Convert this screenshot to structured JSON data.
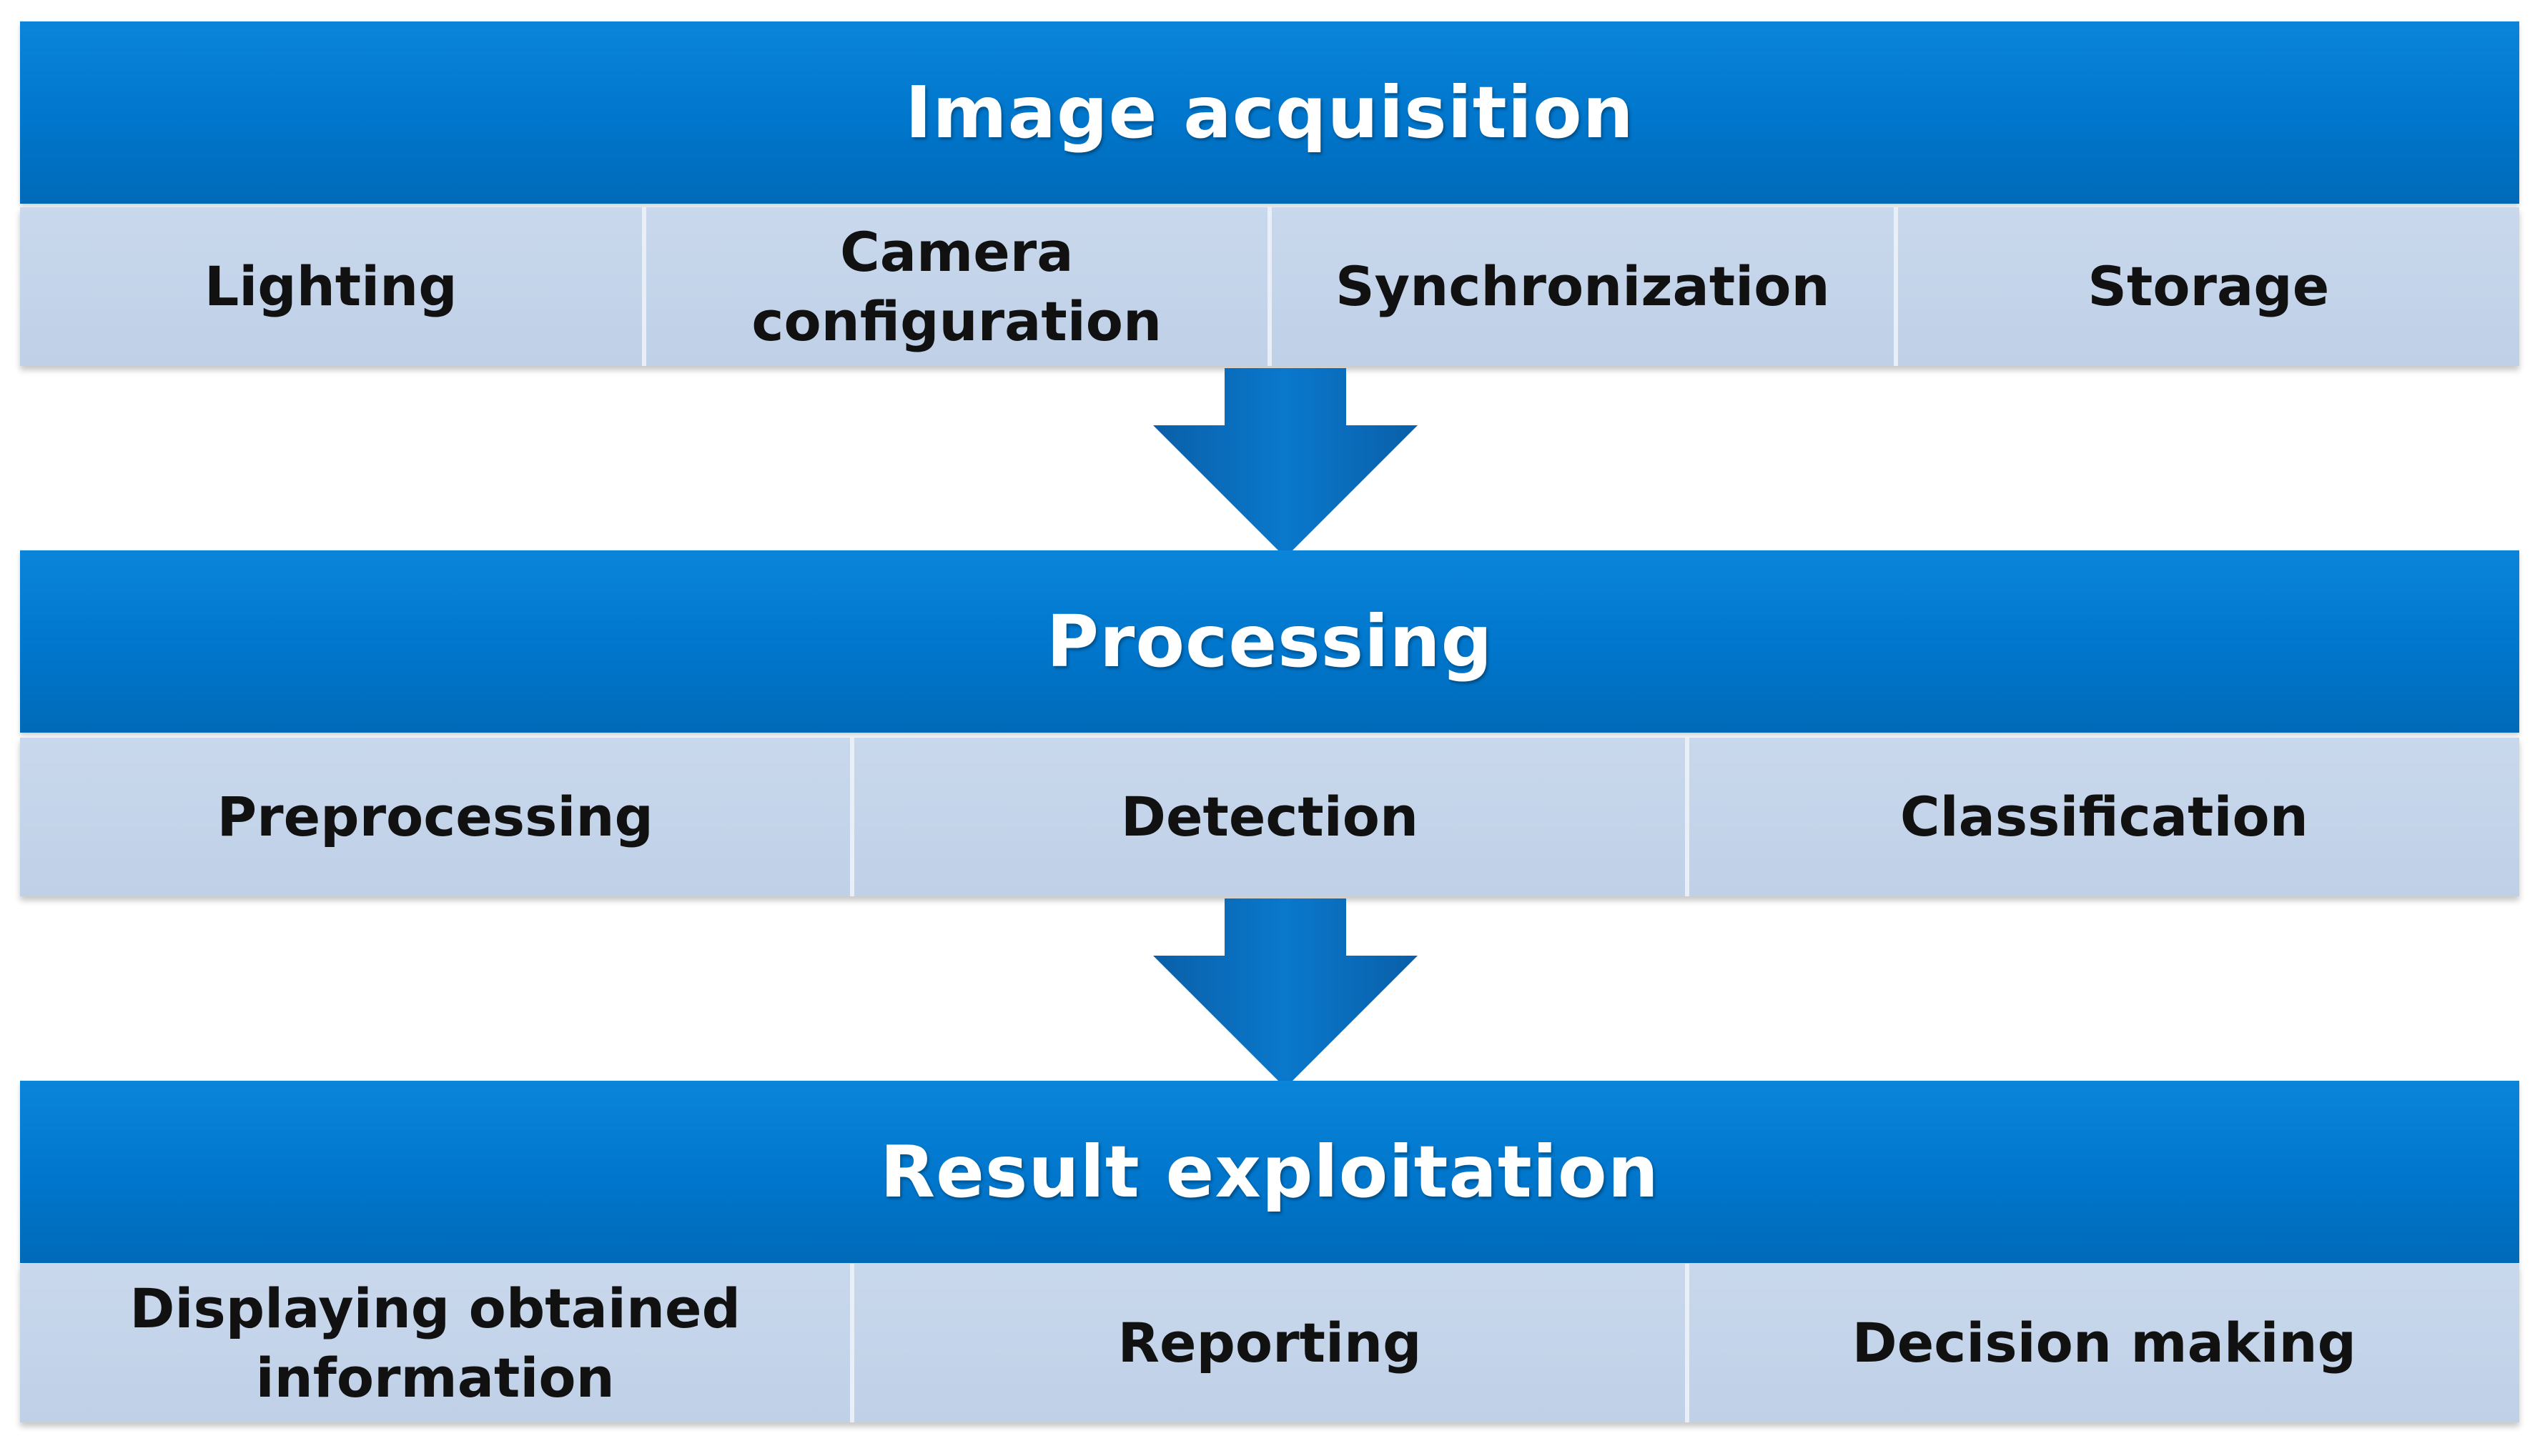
{
  "stages": [
    {
      "title": "Image acquisition",
      "steps": [
        "Lighting",
        "Camera\nconfiguration",
        "Synchronization",
        "Storage"
      ]
    },
    {
      "title": "Processing",
      "steps": [
        "Preprocessing",
        "Detection",
        "Classification"
      ]
    },
    {
      "title": "Result exploitation",
      "steps": [
        "Displaying obtained\ninformation",
        "Reporting",
        "Decision making"
      ]
    }
  ],
  "colors": {
    "header": "#0076cc",
    "cell": "#c4d4ea",
    "arrow": "#0a6fbf",
    "header_text": "#ffffff",
    "cell_text": "#111111"
  }
}
